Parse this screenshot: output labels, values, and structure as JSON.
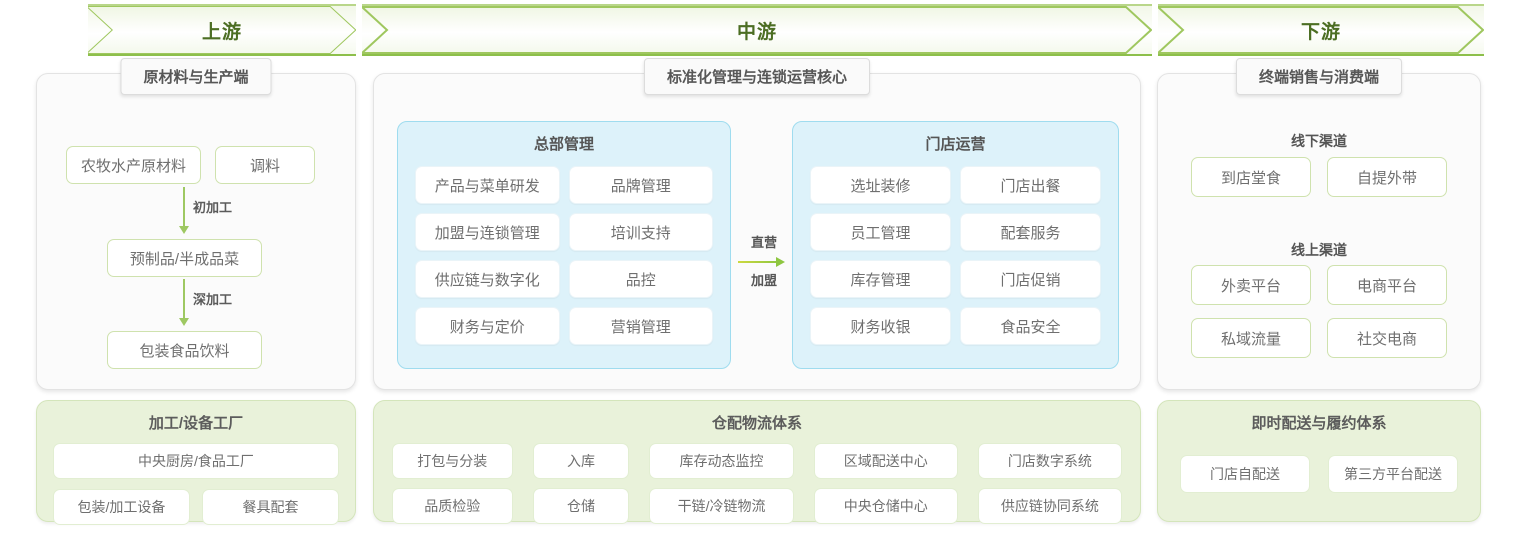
{
  "header": {
    "segments": [
      {
        "label": "上游"
      },
      {
        "label": "中游"
      },
      {
        "label": "下游"
      }
    ]
  },
  "upstream": {
    "panel_title": "原材料与生产端",
    "nodes": [
      {
        "label": "农牧水产原材料"
      },
      {
        "label": "调料"
      },
      {
        "label": "预制品/半成品菜"
      },
      {
        "label": "包装食品饮料"
      }
    ],
    "flow_labels": [
      {
        "label": "初加工"
      },
      {
        "label": "深加工"
      }
    ],
    "bottom": {
      "title": "加工/设备工厂",
      "row1": [
        {
          "label": "中央厨房/食品工厂"
        }
      ],
      "row2": [
        {
          "label": "包装/加工设备"
        },
        {
          "label": "餐具配套"
        }
      ]
    }
  },
  "midstream": {
    "panel_title": "标准化管理与连锁运营核心",
    "headquarters": {
      "title": "总部管理",
      "items": [
        {
          "label": "产品与菜单研发"
        },
        {
          "label": "品牌管理"
        },
        {
          "label": "加盟与连锁管理"
        },
        {
          "label": "培训支持"
        },
        {
          "label": "供应链与数字化"
        },
        {
          "label": "品控"
        },
        {
          "label": "财务与定价"
        },
        {
          "label": "营销管理"
        }
      ]
    },
    "connector": {
      "top_label": "直营",
      "bottom_label": "加盟"
    },
    "store_ops": {
      "title": "门店运营",
      "items": [
        {
          "label": "选址装修"
        },
        {
          "label": "门店出餐"
        },
        {
          "label": "员工管理"
        },
        {
          "label": "配套服务"
        },
        {
          "label": "库存管理"
        },
        {
          "label": "门店促销"
        },
        {
          "label": "财务收银"
        },
        {
          "label": "食品安全"
        }
      ]
    },
    "bottom": {
      "title": "仓配物流体系",
      "items": [
        {
          "label": "打包与分装"
        },
        {
          "label": "入库"
        },
        {
          "label": "库存动态监控"
        },
        {
          "label": "区域配送中心"
        },
        {
          "label": "门店数字系统"
        },
        {
          "label": "品质检验"
        },
        {
          "label": "仓储"
        },
        {
          "label": "干链/冷链物流"
        },
        {
          "label": "中央仓储中心"
        },
        {
          "label": "供应链协同系统"
        }
      ]
    }
  },
  "downstream": {
    "panel_title": "终端销售与消费端",
    "offline": {
      "title": "线下渠道",
      "items": [
        {
          "label": "到店堂食"
        },
        {
          "label": "自提外带"
        }
      ]
    },
    "online": {
      "title": "线上渠道",
      "items": [
        {
          "label": "外卖平台"
        },
        {
          "label": "电商平台"
        },
        {
          "label": "私域流量"
        },
        {
          "label": "社交电商"
        }
      ]
    },
    "bottom": {
      "title": "即时配送与履约体系",
      "items": [
        {
          "label": "门店自配送"
        },
        {
          "label": "第三方平台配送"
        }
      ]
    }
  },
  "colors": {
    "accent_green": "#8ec641",
    "banner_text": "#4c6e23",
    "chip_border_green": "#cfe2ae",
    "blue_panel_bg": "#ddf2fa",
    "blue_panel_border": "#9fdcef",
    "green_panel_bg": "#e9f2da"
  }
}
